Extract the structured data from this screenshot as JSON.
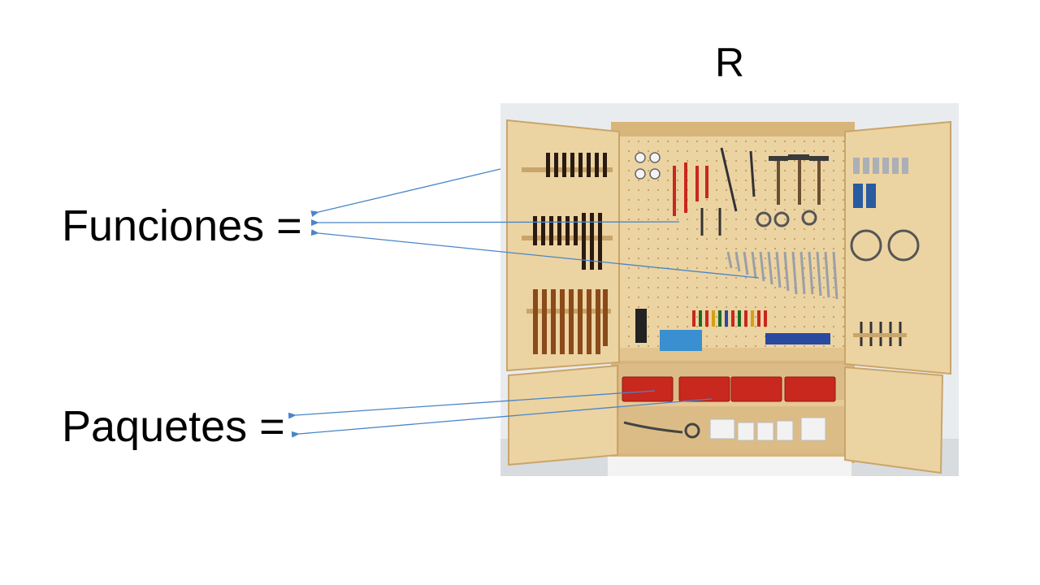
{
  "slide": {
    "title": "R",
    "labels": {
      "funciones": "Funciones =",
      "paquetes": "Paquetes ="
    }
  },
  "colors": {
    "arrow": "#4a86c8",
    "wood": "#e8cc98",
    "wood_dark": "#c9a56a",
    "case_red": "#c8281e"
  }
}
